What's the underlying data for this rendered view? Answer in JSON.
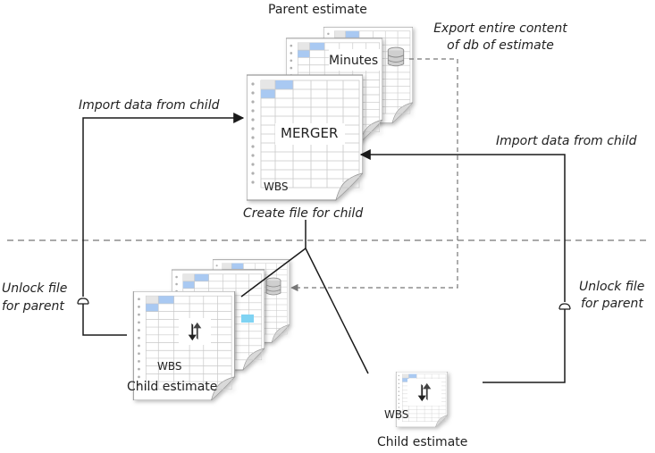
{
  "labels": {
    "parent_estimate": "Parent estimate",
    "export_line1": "Export entire content",
    "export_line2": "of db of estimate",
    "minutes": "Minutes",
    "merger": "MERGER",
    "wbs": "WBS",
    "import_left": "Import data from child",
    "import_right": "Import data from child",
    "create_file": "Create file for child",
    "unlock_left_1": "Unlock file",
    "unlock_left_2": "for parent",
    "unlock_right_1": "Unlock file",
    "unlock_right_2": "for parent",
    "child_estimate_left": "Child estimate",
    "child_estimate_right": "Child estimate"
  },
  "icons": [
    "document-stack-icon",
    "database-icon",
    "sync-arrows-icon"
  ],
  "colors": {
    "line": "#1a1a1a",
    "dashed": "#777777",
    "cell_highlight": "#a9c9f2",
    "cell_highlight_cyan": "#7fd3f3",
    "page_border": "#9a9a9a"
  }
}
